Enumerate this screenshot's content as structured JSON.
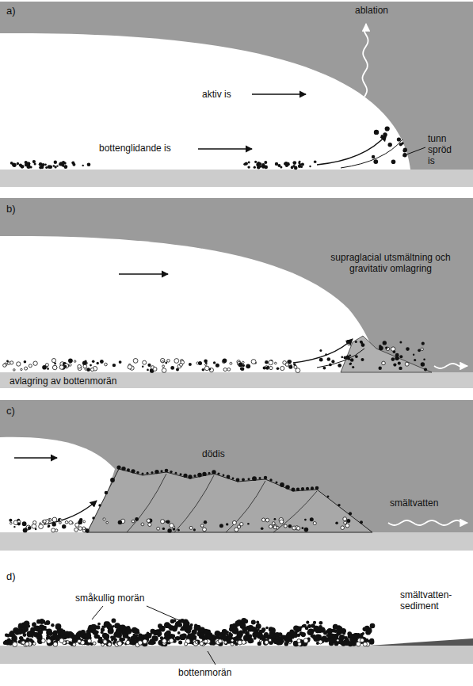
{
  "diagram": {
    "labels": [
      "a)",
      "ablation",
      "aktiv is",
      "bottenglidande is",
      "tunn spröd is",
      "b)",
      "supraglacial utsmältning och gravitativ omlagring",
      "avlagring av bottenmorän",
      "c)",
      "dödis",
      "smältvatten",
      "d)",
      "småkullig morän",
      "smältvatten- sediment",
      "bottenmorän"
    ]
  }
}
